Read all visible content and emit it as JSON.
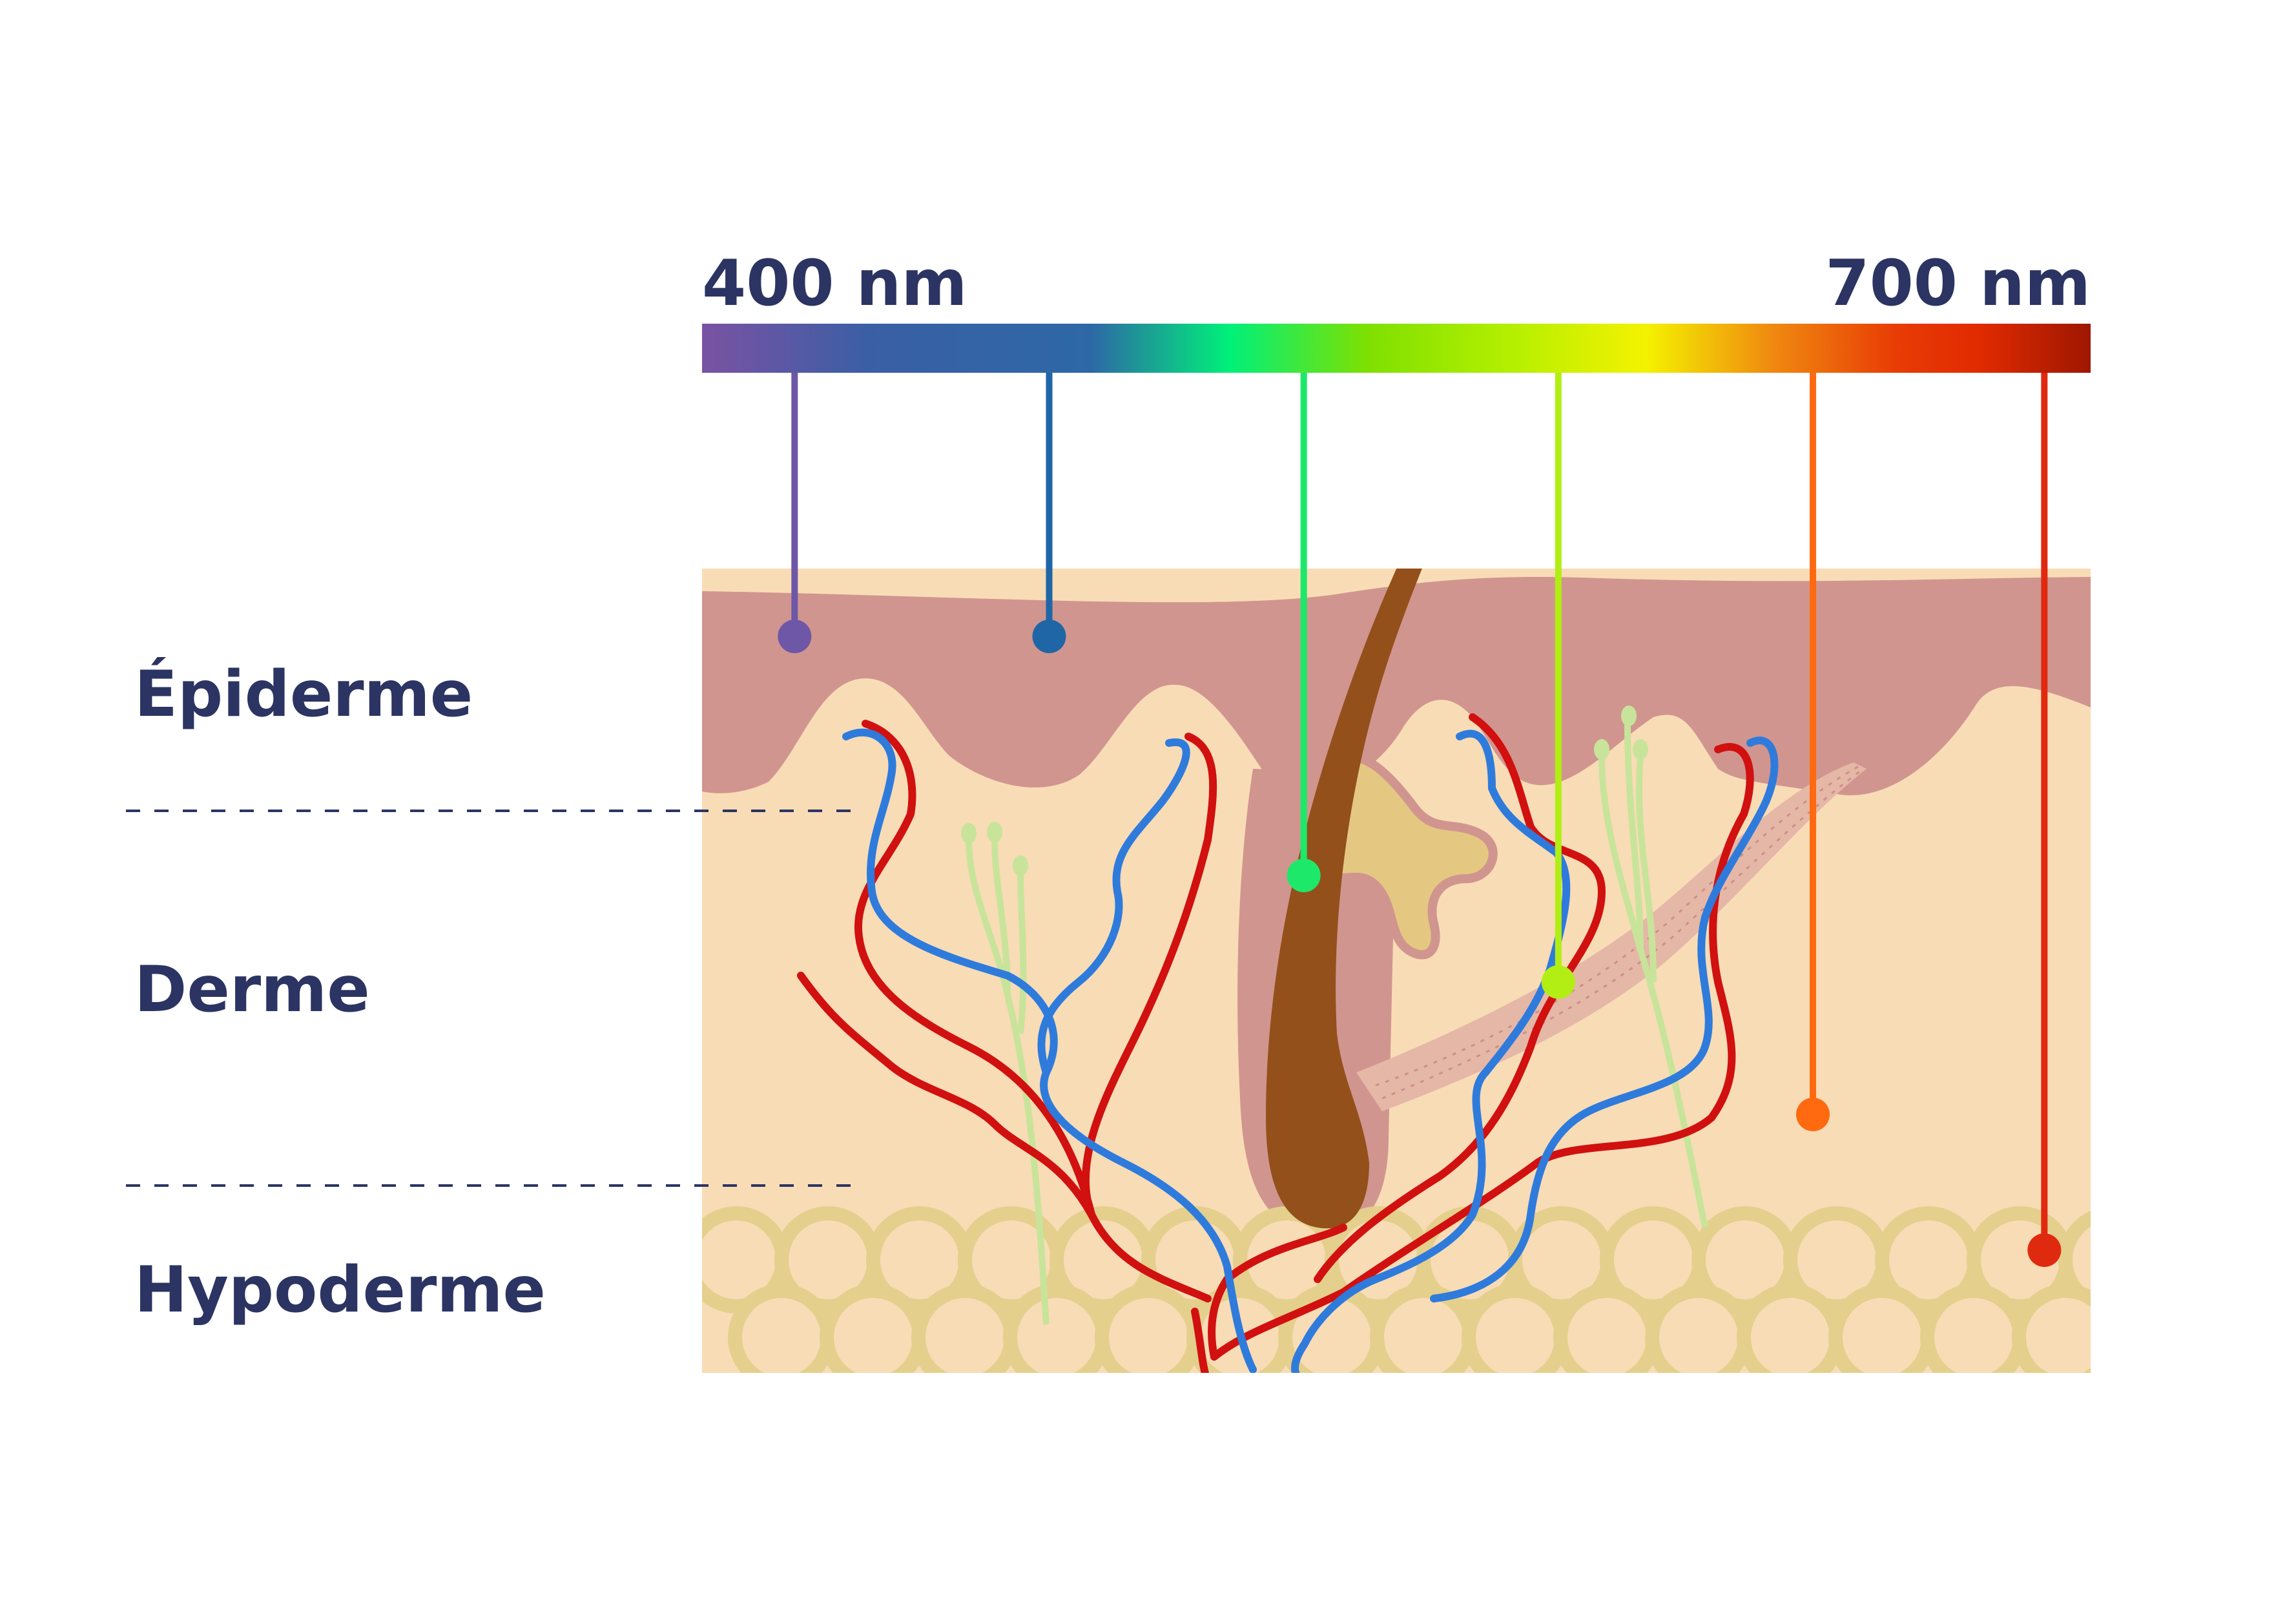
{
  "wavelength_scale": {
    "start_label": "400 nm",
    "end_label": "700 nm",
    "gradient_stops": [
      "#7a52a3",
      "#3a5fa5",
      "#2d68a6",
      "#00f07a",
      "#7fe000",
      "#b3ef00",
      "#f4f200",
      "#f08a10",
      "#e83c05",
      "#e12a00",
      "#9e1700"
    ]
  },
  "layers": {
    "epidermis": "Épiderme",
    "dermis": "Derme",
    "hypodermis": "Hypoderme"
  },
  "penetration_markers": [
    {
      "wavelength_nm": 420,
      "color": "#6e57a6",
      "depth_layer": "epidermis"
    },
    {
      "wavelength_nm": 475,
      "color": "#1f66a6",
      "depth_layer": "epidermis"
    },
    {
      "wavelength_nm": 530,
      "color": "#1ee86a",
      "depth_layer": "dermis"
    },
    {
      "wavelength_nm": 585,
      "color": "#b2ee14",
      "depth_layer": "dermis"
    },
    {
      "wavelength_nm": 640,
      "color": "#ff6a10",
      "depth_layer": "dermis"
    },
    {
      "wavelength_nm": 690,
      "color": "#e02a10",
      "depth_layer": "hypodermis"
    }
  ],
  "colors": {
    "epidermis": "#d1958f",
    "dermis": "#f8dcb6",
    "fat_outline": "#e4cf8c",
    "hair": "#93501a",
    "artery": "#d11010",
    "vein": "#2f7bdc",
    "nerve": "#c8e49a",
    "gland": "#e4c882",
    "text": "#2b3462"
  }
}
